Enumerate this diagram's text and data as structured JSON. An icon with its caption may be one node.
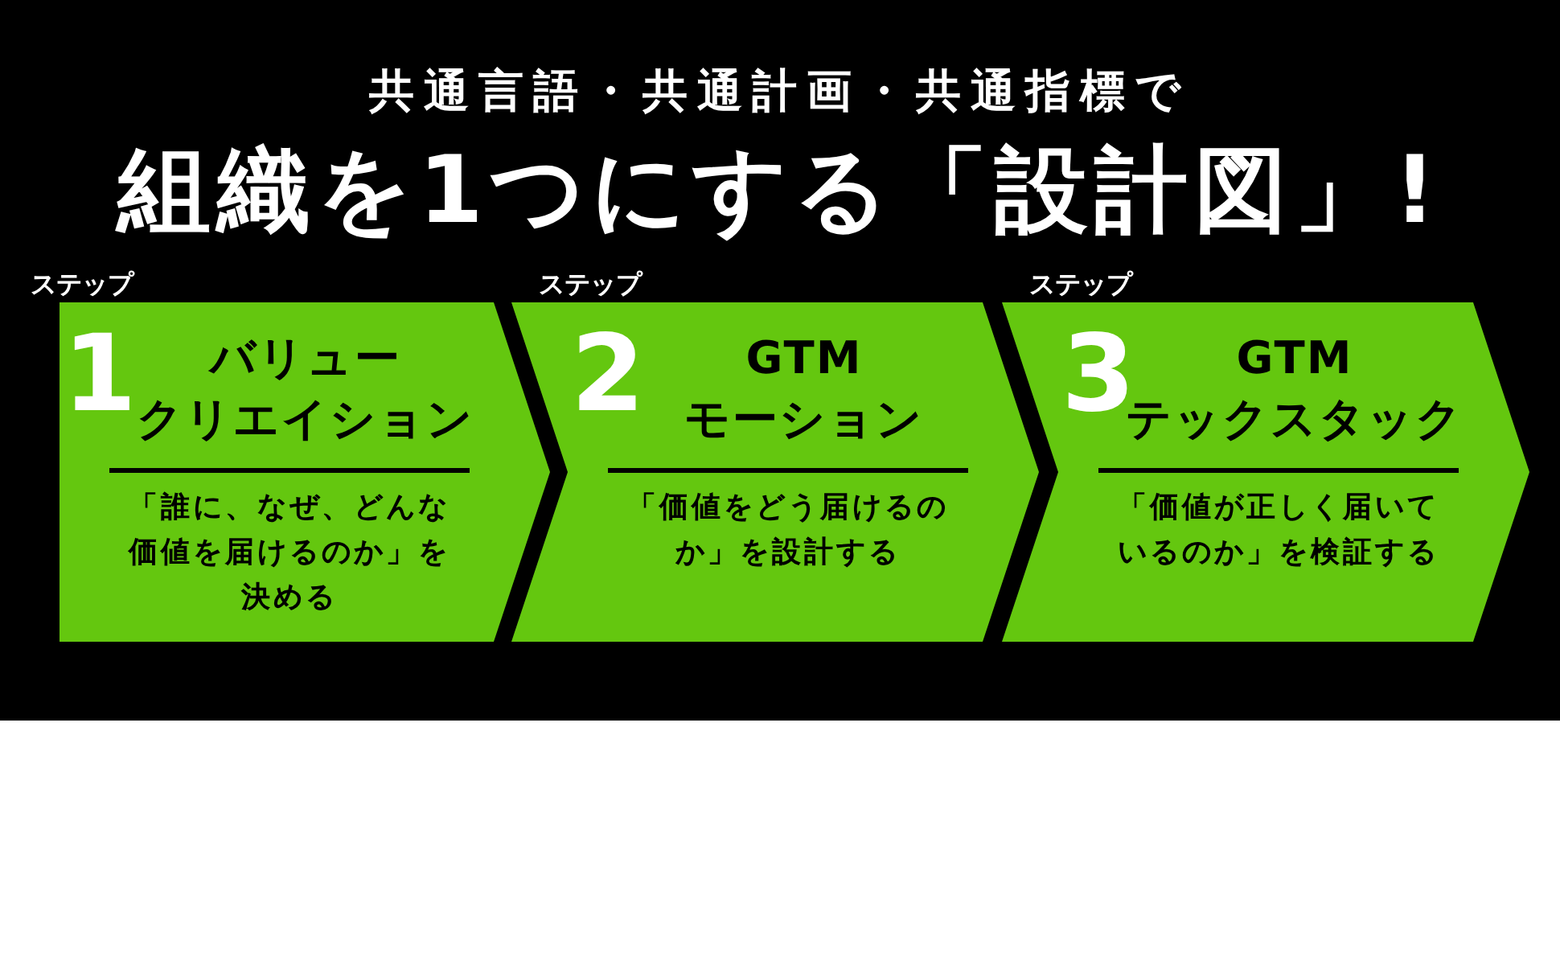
{
  "diagram": {
    "title": "組織を1つにする「設計図」!",
    "nodes": [
      {
        "text": [
          "ステップ",
          "1",
          "バリュークリエイション",
          "「誰に、なぜ、どんな価値を届けるのか」を決める"
        ]
      },
      {
        "text": [
          "ステップ",
          "2",
          "GTMモーション",
          "「価値をどう届けるのか」を設計する"
        ]
      },
      {
        "text": [
          "ステップ",
          "3",
          "GTMテックスタック",
          "「価値が正しく届いているのか」を検証する"
        ]
      }
    ],
    "labels": [
      "共通言語・共通計画・共通指標で"
    ]
  }
}
